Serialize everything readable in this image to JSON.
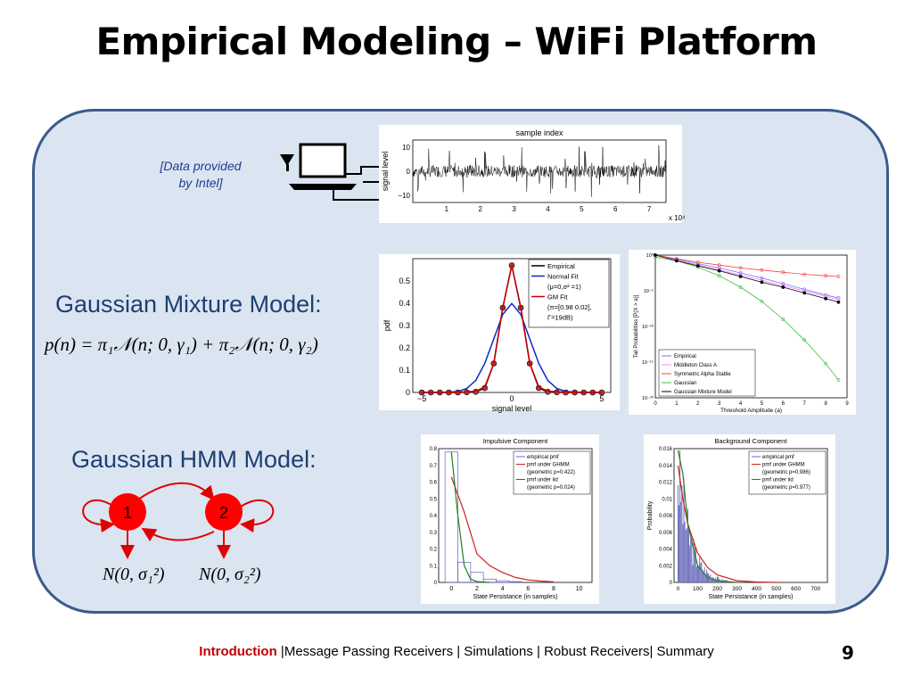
{
  "slide": {
    "title": "Empirical Modeling – WiFi Platform",
    "credit_line1": "[Data provided",
    "credit_line2": "by Intel]",
    "gmm_heading": "Gaussian Mixture Model:",
    "gmm_formula": "p(n) = π₁𝒩(n; 0, γ₁) + π₂𝒩(n; 0, γ₂)",
    "hmm_heading": "Gaussian HMM Model:",
    "hmm_state1": "1",
    "hmm_state2": "2",
    "hmm_emit1": "N(0, σ₁²)",
    "hmm_emit2": "N(0, σ₂²)",
    "page_number": "9"
  },
  "footer": {
    "active": "Introduction",
    "rest": " |Message Passing Receivers | Simulations | Robust Receivers| Summary"
  },
  "colors": {
    "title": "#000000",
    "panel_bg": "#dbe5f1",
    "panel_border": "#3b5b8c",
    "heading": "#1f3f73",
    "accent_red": "#c00000",
    "state_red": "#ff0000"
  },
  "icons": [
    "laptop-icon",
    "antenna-icon"
  ],
  "chart_data": [
    {
      "type": "line",
      "title": "sample index",
      "ylabel": "signal level",
      "xlabel": "",
      "x_exponent_label": "x 10⁴",
      "xticks": [
        "1",
        "2",
        "3",
        "4",
        "5",
        "6",
        "7"
      ],
      "yticks": [
        "10",
        "0",
        "−10"
      ],
      "ylim": [
        -13,
        13
      ],
      "xlim": [
        0,
        7.5
      ]
    },
    {
      "type": "line",
      "xlabel": "signal level",
      "ylabel": "pdf",
      "xlim": [
        -5.5,
        5.5
      ],
      "ylim": [
        0,
        0.6
      ],
      "xticks": [
        "−5",
        "0",
        "5"
      ],
      "yticks": [
        "0",
        "0.1",
        "0.2",
        "0.3",
        "0.4",
        "0.5"
      ],
      "legend": [
        "Empirical",
        "Normal Fit",
        "(μ=0,σ² =1)",
        "GM Fit",
        "(π=[0.98 0.02],",
        "Γ=19dB)"
      ],
      "series": [
        {
          "name": "Empirical",
          "x": [
            -5,
            -4.5,
            -4,
            -3.5,
            -3,
            -2.5,
            -2,
            -1.5,
            -1,
            -0.5,
            0,
            0.5,
            1,
            1.5,
            2,
            2.5,
            3,
            3.5,
            4,
            4.5,
            5
          ],
          "values": [
            0,
            0,
            0,
            0,
            0,
            0.001,
            0.003,
            0.02,
            0.13,
            0.38,
            0.57,
            0.38,
            0.13,
            0.02,
            0.003,
            0.001,
            0,
            0,
            0,
            0,
            0
          ]
        },
        {
          "name": "Normal Fit",
          "x": [
            -5,
            -4,
            -3,
            -2.5,
            -2,
            -1.5,
            -1,
            -0.5,
            0,
            0.5,
            1,
            1.5,
            2,
            2.5,
            3,
            4,
            5
          ],
          "values": [
            0,
            0.0001,
            0.004,
            0.018,
            0.054,
            0.13,
            0.24,
            0.35,
            0.399,
            0.35,
            0.24,
            0.13,
            0.054,
            0.018,
            0.004,
            0.0001,
            0
          ]
        },
        {
          "name": "GM Fit",
          "x": [
            -5,
            -4,
            -3,
            -2.5,
            -2,
            -1.5,
            -1,
            -0.5,
            0,
            0.5,
            1,
            1.5,
            2,
            2.5,
            3,
            4,
            5
          ],
          "values": [
            0.0005,
            0.001,
            0.002,
            0.003,
            0.006,
            0.025,
            0.13,
            0.38,
            0.57,
            0.38,
            0.13,
            0.025,
            0.006,
            0.003,
            0.002,
            0.001,
            0.0005
          ]
        }
      ]
    },
    {
      "type": "line",
      "xlabel": "Threshold Amplitude (a)",
      "ylabel": "Tail Probabilities [P(X > a)]",
      "xticks": [
        "0",
        "1",
        "2",
        "3",
        "4",
        "5",
        "6",
        "7",
        "8",
        "9"
      ],
      "yticks": [
        "10⁰",
        "10⁻⁵",
        "10⁻¹⁰",
        "10⁻¹⁵",
        "10⁻²⁰"
      ],
      "log_y": true,
      "legend": [
        "Empirical",
        "Middleton Class A",
        "Symmetric Alpha Stable",
        "Gaussian",
        "Gaussian Mixture Model"
      ],
      "xlim": [
        0,
        9
      ],
      "ylim_log10": [
        -20,
        0
      ],
      "series": [
        {
          "name": "Empirical",
          "x": [
            0,
            1,
            2,
            3,
            4,
            5,
            6,
            7,
            8,
            8.6
          ],
          "values_log10": [
            0,
            -0.6,
            -1.2,
            -1.8,
            -2.5,
            -3.2,
            -4.0,
            -4.8,
            -5.6,
            -6.0
          ]
        },
        {
          "name": "Middleton Class A",
          "x": [
            0,
            1,
            2,
            3,
            4,
            5,
            6,
            7,
            8,
            8.6
          ],
          "values_log10": [
            0,
            -0.7,
            -1.4,
            -2.1,
            -2.8,
            -3.5,
            -4.3,
            -5.0,
            -5.8,
            -6.2
          ]
        },
        {
          "name": "Symmetric Alpha Stable",
          "x": [
            0,
            1,
            2,
            3,
            4,
            5,
            6,
            7,
            8,
            8.6
          ],
          "values_log10": [
            0,
            -0.5,
            -1.0,
            -1.4,
            -1.8,
            -2.1,
            -2.4,
            -2.7,
            -2.9,
            -3.0
          ]
        },
        {
          "name": "Gaussian",
          "x": [
            0,
            1,
            2,
            3,
            4,
            5,
            6,
            7,
            8,
            8.6
          ],
          "values_log10": [
            -0.3,
            -0.8,
            -1.7,
            -2.9,
            -4.5,
            -6.5,
            -9.0,
            -11.9,
            -15.2,
            -17.5
          ]
        },
        {
          "name": "Gaussian Mixture Model",
          "x": [
            0,
            1,
            2,
            3,
            4,
            5,
            6,
            7,
            8,
            8.6
          ],
          "values_log10": [
            0,
            -0.8,
            -1.5,
            -2.2,
            -3.0,
            -3.8,
            -4.5,
            -5.3,
            -6.1,
            -6.6
          ]
        }
      ]
    },
    {
      "type": "line",
      "title": "Impulsive Component",
      "xlabel": "State Persistance (in samples)",
      "ylabel": "",
      "xlim": [
        -1,
        11
      ],
      "ylim": [
        0,
        0.8
      ],
      "xticks": [
        "0",
        "2",
        "4",
        "6",
        "8",
        "10"
      ],
      "yticks": [
        "0",
        "0.1",
        "0.2",
        "0.3",
        "0.4",
        "0.5",
        "0.6",
        "0.7",
        "0.8"
      ],
      "legend": [
        "empirical pmf",
        "pmf under GHMM",
        "(geometric p=0.422)",
        "pmf under iid",
        "(geometric p=0.024)"
      ],
      "series": [
        {
          "name": "empirical pmf",
          "x": [
            0,
            1,
            2,
            3,
            4,
            5
          ],
          "values": [
            0.78,
            0.12,
            0.06,
            0.02,
            0.01,
            0.005
          ]
        },
        {
          "name": "pmf under GHMM",
          "x": [
            0,
            1,
            2,
            3,
            4,
            5,
            6,
            7,
            8
          ],
          "values": [
            0.63,
            0.42,
            0.17,
            0.1,
            0.06,
            0.03,
            0.015,
            0.008,
            0.004
          ]
        },
        {
          "name": "pmf under iid",
          "x": [
            0,
            0.5,
            1,
            1.5,
            2,
            3
          ],
          "values": [
            0.78,
            0.4,
            0.1,
            0.02,
            0.005,
            0
          ]
        }
      ]
    },
    {
      "type": "line",
      "title": "Background Component",
      "xlabel": "State Persistance (in samples)",
      "ylabel": "Probability",
      "xlim": [
        -20,
        760
      ],
      "ylim": [
        0,
        0.016
      ],
      "xticks": [
        "0",
        "100",
        "200",
        "300",
        "400",
        "500",
        "600",
        "700"
      ],
      "yticks": [
        "0",
        "0.002",
        "0.004",
        "0.006",
        "0.008",
        "0.01",
        "0.012",
        "0.014",
        "0.016"
      ],
      "legend": [
        "empirical pmf",
        "pmf under GHMM",
        "(geometric p=0.986)",
        "pmf under iid",
        "(geometric p=0.977)"
      ],
      "series": [
        {
          "name": "pmf under GHMM",
          "x": [
            0,
            25,
            50,
            100,
            150,
            200,
            300,
            400,
            500
          ],
          "values": [
            0.014,
            0.01,
            0.007,
            0.0035,
            0.0018,
            0.0009,
            0.0002,
            5e-05,
            0
          ]
        },
        {
          "name": "pmf under iid",
          "x": [
            0,
            25,
            50,
            100,
            150,
            200,
            300
          ],
          "values": [
            0.022,
            0.013,
            0.007,
            0.002,
            0.0006,
            0.0002,
            0
          ]
        }
      ]
    }
  ]
}
